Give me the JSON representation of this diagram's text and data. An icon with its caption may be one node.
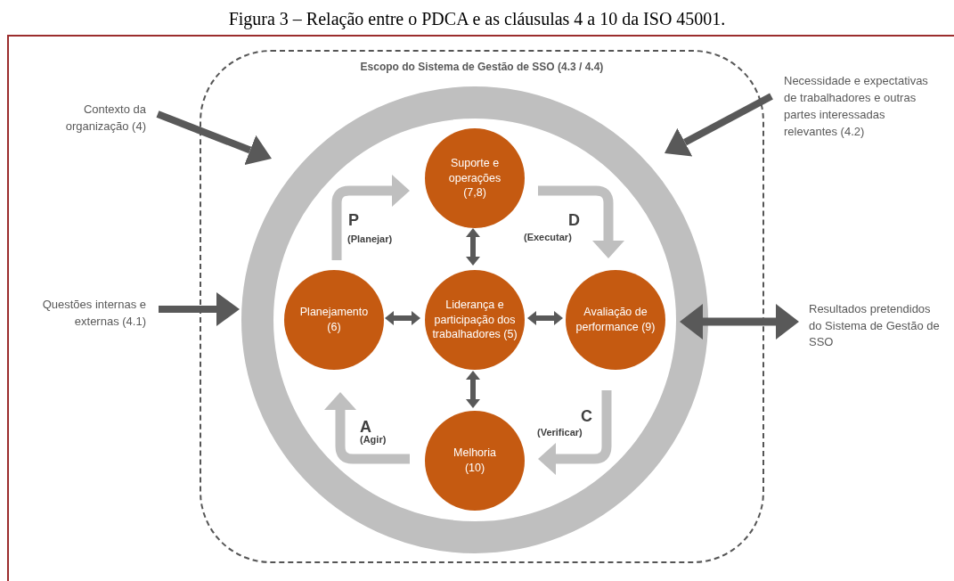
{
  "diagram": {
    "title": "Figura 3 – Relação entre o PDCA e as cláusulas 4 a 10 da ISO 45001.",
    "nodes": [
      {
        "text": [
          "Escopo do Sistema de Gestão de SSO (4.3 / 4.4)"
        ]
      },
      {
        "text": [],
        "shape": "circle",
        "in": 0
      },
      {
        "text": [
          "Suporte e operações (7,8)"
        ],
        "in": 1
      },
      {
        "text": [
          "Planejamento (6)"
        ],
        "in": 1
      },
      {
        "text": [
          "Liderança e participação dos trabalhadores (5)"
        ],
        "in": 1
      },
      {
        "text": [
          "Avaliação de performance (9)"
        ],
        "in": 1
      },
      {
        "text": [
          "Melhoria (10)"
        ],
        "in": 1
      },
      {
        "text": [
          "Contexto da organização (4)"
        ]
      },
      {
        "text": [
          "Necessidade e expectativas de trabalhadores e outras partes interessadas relevantes (4.2)"
        ]
      },
      {
        "text": [
          "Questões internas e externas (4.1)"
        ]
      },
      {
        "text": [
          "Resultados pretendidos do Sistema de Gestão de SSO"
        ]
      }
    ],
    "edges": [
      {
        "from": 7,
        "to": 1,
        "arrow": "to"
      },
      {
        "from": 8,
        "to": 1,
        "arrow": "to"
      },
      {
        "from": 9,
        "to": 1,
        "arrow": "to"
      },
      {
        "from": 1,
        "to": 10,
        "arrow": "both"
      },
      {
        "from": 3,
        "to": 2,
        "arrow": "to",
        "label": "P",
        "color": "#bfbfbf"
      },
      {
        "from": 2,
        "to": 5,
        "arrow": "to",
        "label": "D",
        "color": "#bfbfbf"
      },
      {
        "from": 5,
        "to": 6,
        "arrow": "to",
        "label": "C",
        "color": "#bfbfbf"
      },
      {
        "from": 6,
        "to": 3,
        "arrow": "to",
        "label": "A",
        "color": "#bfbfbf"
      },
      {
        "from": 4,
        "to": 2,
        "arrow": "both"
      },
      {
        "from": 4,
        "to": 3,
        "arrow": "both"
      },
      {
        "from": 4,
        "to": 5,
        "arrow": "both"
      },
      {
        "from": 4,
        "to": 6,
        "arrow": "both"
      }
    ],
    "labels": [
      "(Planejar)",
      "(Executar)",
      "(Verificar)",
      "(Agir)"
    ]
  }
}
